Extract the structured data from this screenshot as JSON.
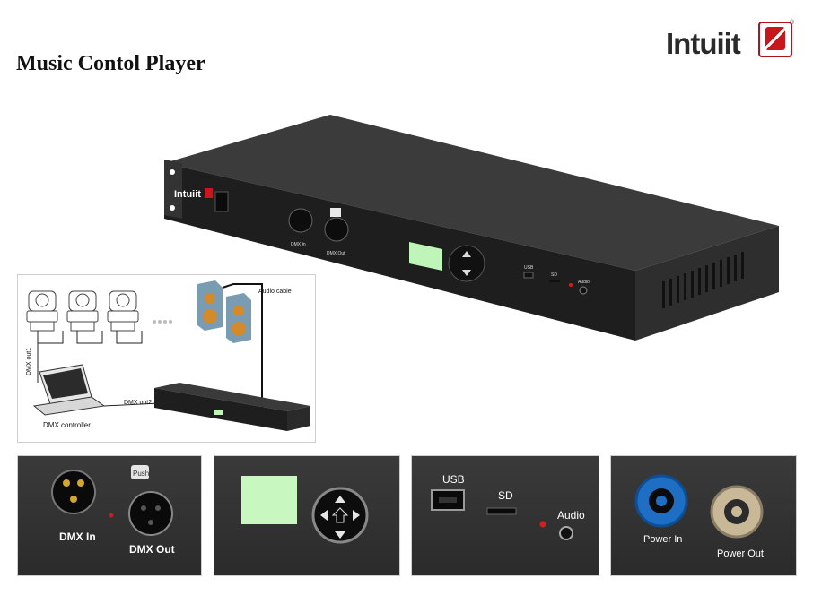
{
  "page": {
    "title": "Music Contol Player"
  },
  "brand": {
    "logo_text": "Intuiit",
    "device_brand_text": "Intuiit",
    "reg_mark": "®"
  },
  "device": {
    "dmx_in": "DMX In",
    "dmx_out": "DMX Out",
    "usb": "USB",
    "sd": "SD",
    "audio": "Audio"
  },
  "diagram": {
    "audio_cable": "Audio cable",
    "dmx_out1": "DMX out1",
    "dmx_out2": "DMX out2",
    "controller": "DMX controller"
  },
  "details": {
    "dmx_in": "DMX In",
    "dmx_out": "DMX Out",
    "push": "Push",
    "usb": "USB",
    "sd": "SD",
    "audio": "Audio",
    "power_in": "Power In",
    "power_out": "Power Out"
  },
  "colors": {
    "accent_red": "#c8161d",
    "lcd_green": "#bff5b8",
    "power_in_blue": "#1e6fc4",
    "power_out_tan": "#c8b898"
  }
}
